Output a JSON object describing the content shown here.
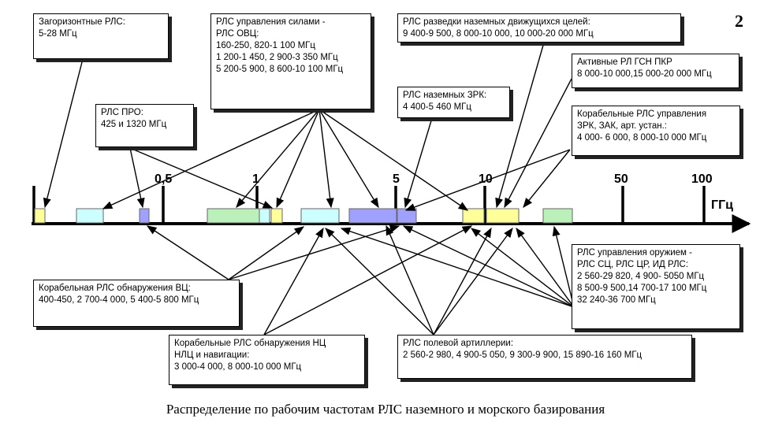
{
  "page_number": "2",
  "caption": "Распределение по рабочим частотам РЛС наземного и морского базирования",
  "axis": {
    "unit": "ГГц",
    "ticks": [
      "0,5",
      "1",
      "5",
      "10",
      "50",
      "100"
    ]
  },
  "boxes": {
    "over_horizon": "Загоризонтные РЛС:\n5-28 МГц",
    "missile_defense": "РЛС ПРО:\n425 и 1320 МГц",
    "force_control": "РЛС управления силами -\nРЛС ОВЦ:\n160-250, 820-1 100 МГц\n1 200-1 450, 2 900-3 350 МГц\n5 200-5 900, 8 600-10 100 МГц",
    "ground_moving": "РЛС разведки наземных движущихся целей:\n9 400-9 500, 8 000-10 000, 10 000-20 000 МГц",
    "ground_sam": "РЛС наземных ЗРК:\n4 400-5 460 МГц",
    "active_seeker": "Активные РЛ ГСН ПКР\n8 000-10 000,15 000-20 000 МГц",
    "ship_control": "Корабельные РЛС управления\nЗРК, ЗАК, арт. устан.:\n4 000- 6 000, 8 000-10 000 МГц",
    "ship_air_detect": "Корабельная РЛС обнаружения ВЦ:\n400-450, 2 700-4 000, 5 400-5 800 МГц",
    "ship_surface_detect": "Корабельные РЛС обнаружения НЦ\nНЛЦ и навигации:\n3 000-4 000, 8 000-10 000 МГц",
    "field_artillery": "РЛС полевой артиллерии:\n2 560-2 980, 4 900-5 050, 9 300-9 900, 15 890-16 160 МГц",
    "weapon_control": "РЛС управления оружием -\nРЛС СЦ, РЛС ЦР, ИД РЛС:\n2 560-29 820, 4 900- 5050 МГц\n8 500-9 500,14 700-17 100 МГц\n32 240-36 700 МГц"
  },
  "colors": {
    "yellow": "#ffff99",
    "cyan": "#ccffff",
    "violet": "#a0a0ff",
    "green": "#bbf0bb",
    "axis": "#000000"
  }
}
